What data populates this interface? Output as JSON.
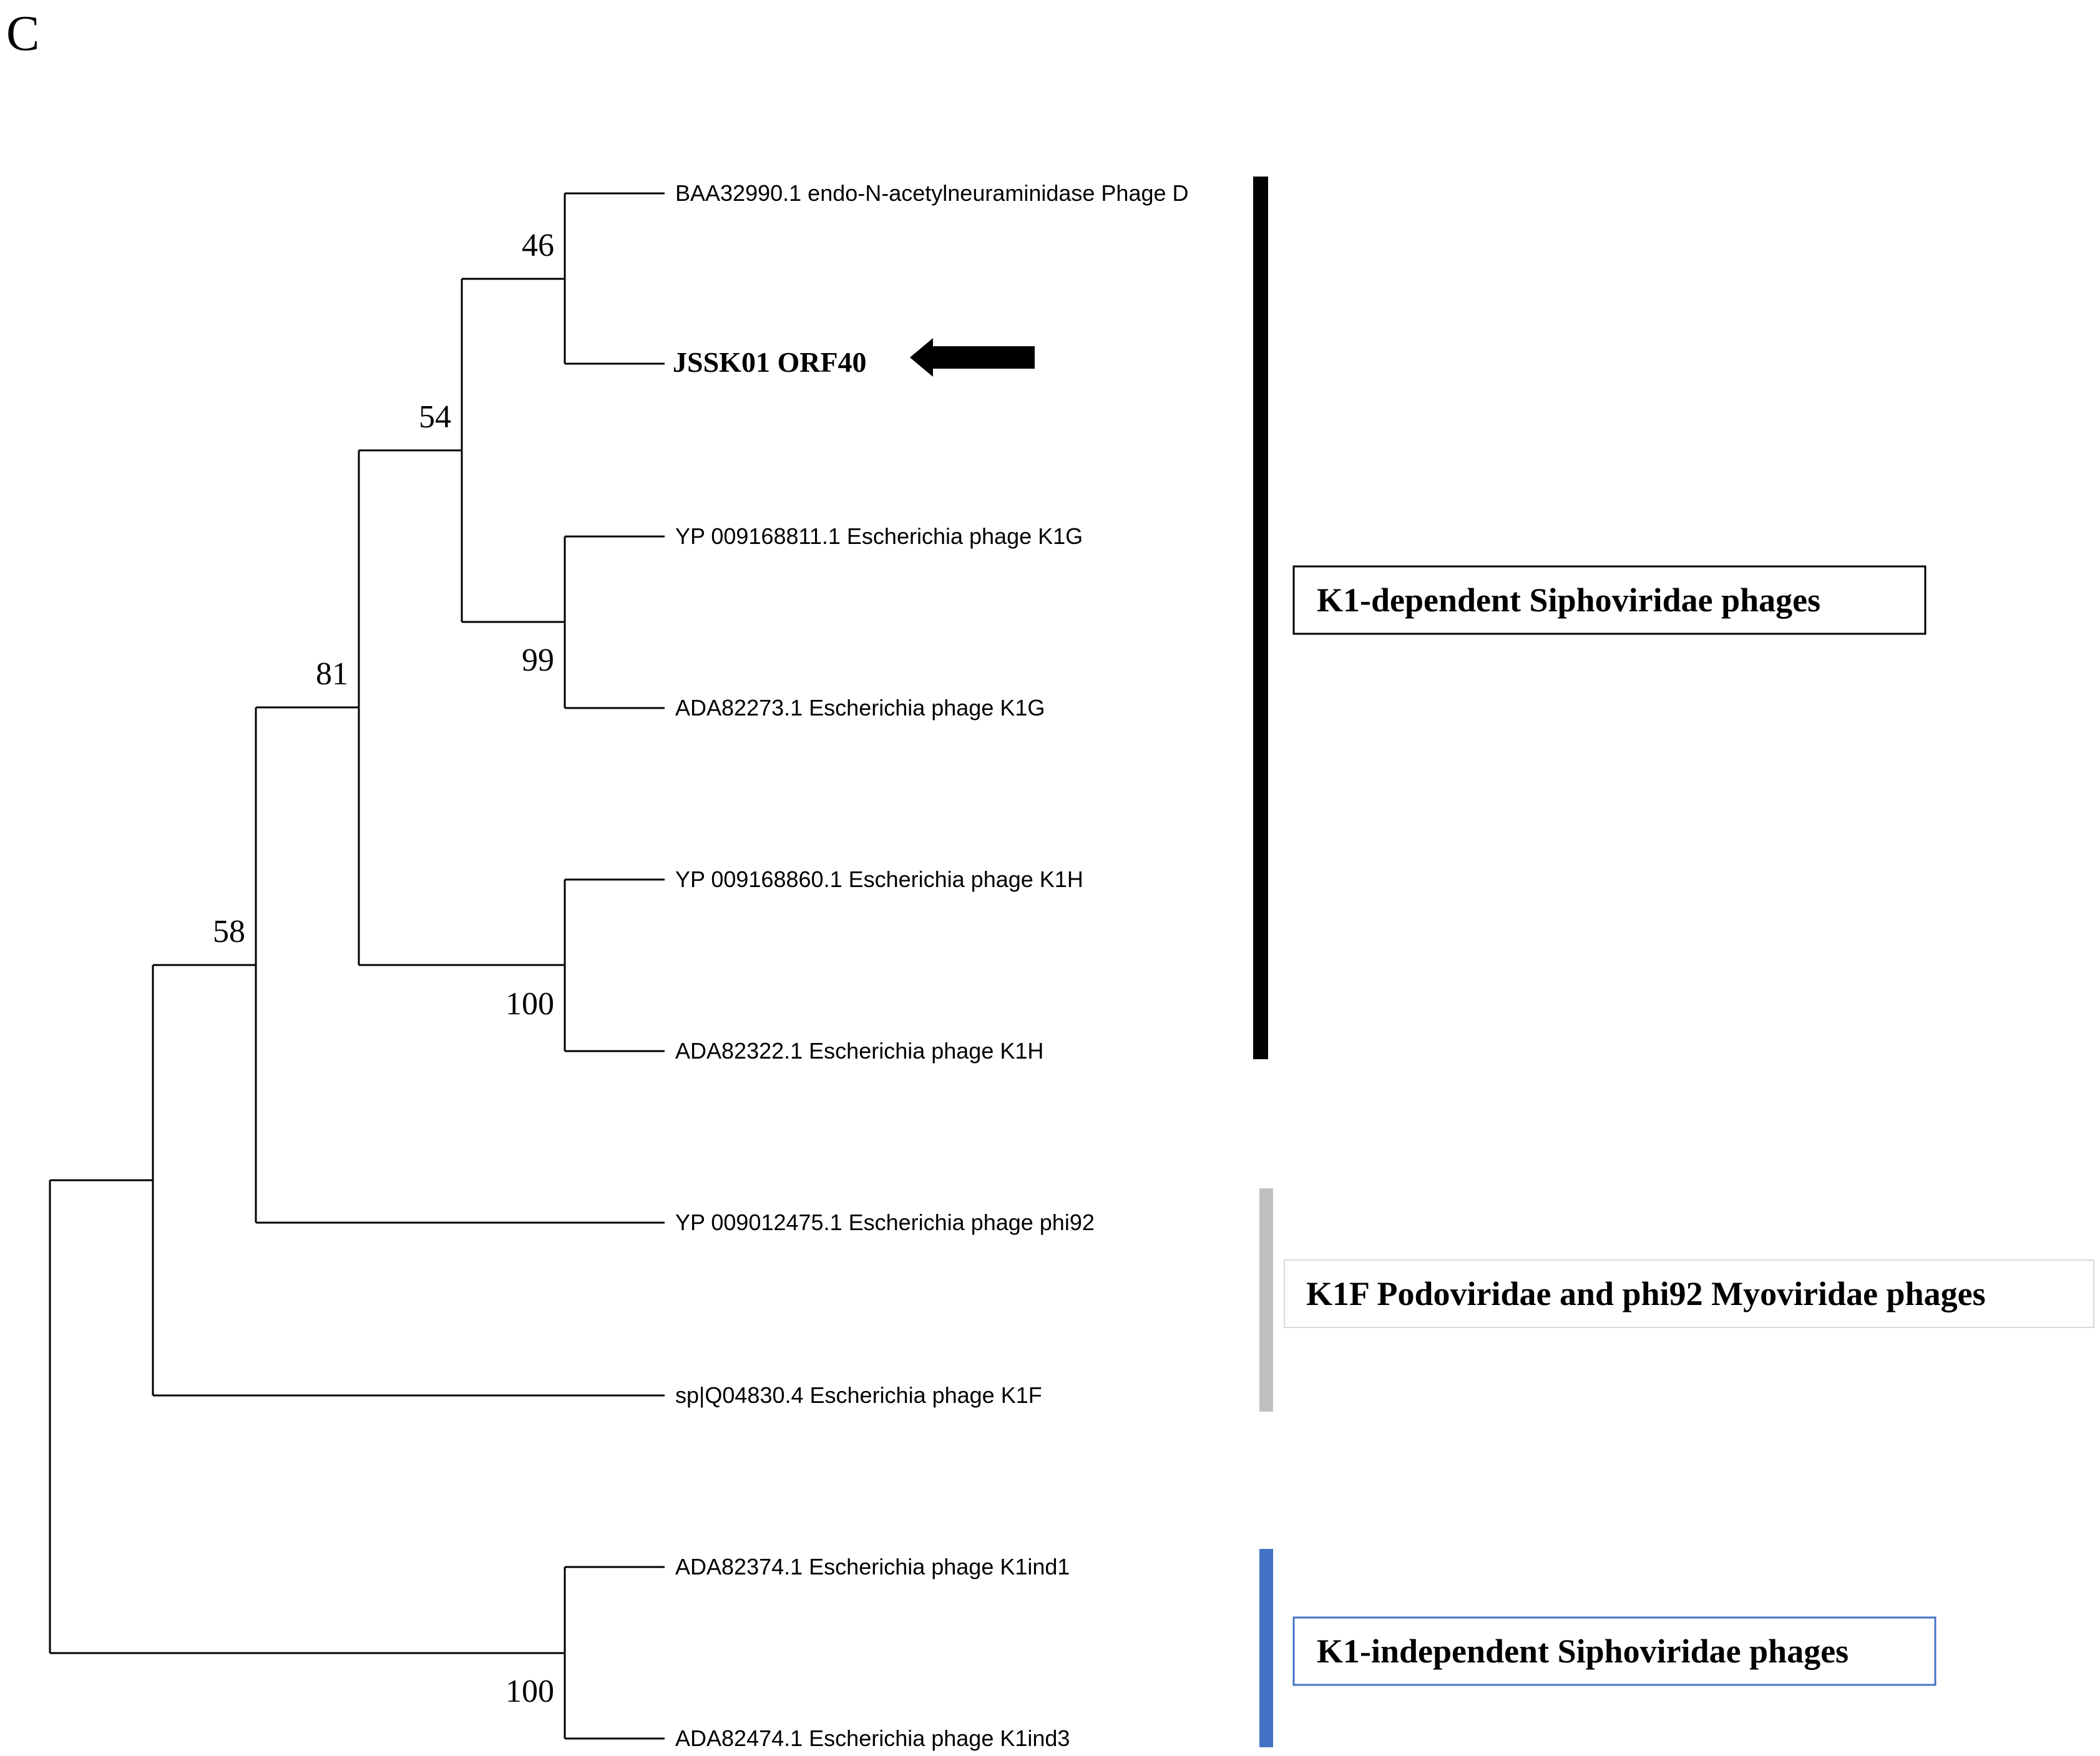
{
  "panel_letter": "C",
  "tips": [
    {
      "id": "t1",
      "label": "BAA32990.1 endo-N-acetylneuraminidase Phage D",
      "bold": false
    },
    {
      "id": "t2",
      "label": "JSSK01 ORF40",
      "bold": true
    },
    {
      "id": "t3",
      "label": "YP 009168811.1 Escherichia phage K1G",
      "bold": false
    },
    {
      "id": "t4",
      "label": "ADA82273.1 Escherichia phage K1G",
      "bold": false
    },
    {
      "id": "t5",
      "label": "YP 009168860.1 Escherichia phage K1H",
      "bold": false
    },
    {
      "id": "t6",
      "label": "ADA82322.1 Escherichia phage K1H",
      "bold": false
    },
    {
      "id": "t7",
      "label": "YP 009012475.1 Escherichia phage phi92",
      "bold": false
    },
    {
      "id": "t8",
      "label": "sp|Q04830.4 Escherichia phage K1F",
      "bold": false
    },
    {
      "id": "t9",
      "label": "ADA82374.1 Escherichia phage K1ind1",
      "bold": false
    },
    {
      "id": "t10",
      "label": "ADA82474.1 Escherichia phage K1ind3",
      "bold": false
    }
  ],
  "support_values": {
    "n46": "46",
    "n54": "54",
    "n99": "99",
    "n81": "81",
    "n100a": "100",
    "n58": "58",
    "n100b": "100"
  },
  "clades": [
    {
      "label": "K1-dependent Siphoviridae phages",
      "bar_color": "#000000",
      "box_border": "#000000"
    },
    {
      "label": "K1F Podoviridae and phi92 Myoviridae phages",
      "bar_color": "#c0c0c0",
      "box_border": "#d9d9d9"
    },
    {
      "label": "K1-independent Siphoviridae phages",
      "bar_color": "#4472c4",
      "box_border": "#4472c4"
    }
  ],
  "highlight_arrow": {
    "target": "JSSK01 ORF40",
    "color": "#000000"
  }
}
